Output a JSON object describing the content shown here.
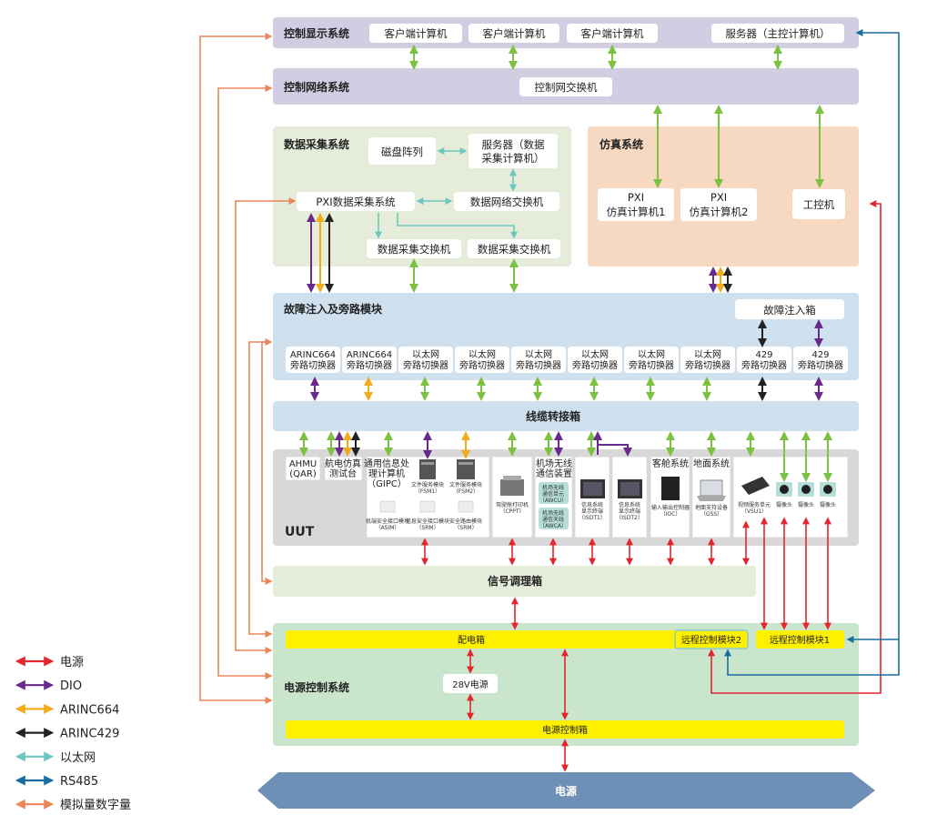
{
  "control_display": {
    "title": "控制显示系统",
    "client1": "客户端计算机",
    "client2": "客户端计算机",
    "client3": "客户端计算机",
    "server": "服务器（主控计算机）"
  },
  "control_network": {
    "title": "控制网络系统",
    "switch": "控制网交换机"
  },
  "data_acquisition": {
    "title": "数据采集系统",
    "disk": "磁盘阵列",
    "server_line1": "服务器（数据",
    "server_line2": "采集计算机）",
    "pxi": "PXI数据采集系统",
    "net_switch": "数据网络交换机",
    "acq_switch1": "数据采集交换机",
    "acq_switch2": "数据采集交换机"
  },
  "simulation": {
    "title": "仿真系统",
    "pxi1_line1": "PXI",
    "pxi1_line2": "仿真计算机1",
    "pxi2_line1": "PXI",
    "pxi2_line2": "仿真计算机2",
    "ipc": "工控机"
  },
  "fault": {
    "title": "故障注入及旁路模块",
    "box": "故障注入箱",
    "switches": [
      {
        "l1": "ARINC664",
        "l2": "旁路切换器"
      },
      {
        "l1": "ARINC664",
        "l2": "旁路切换器"
      },
      {
        "l1": "以太网",
        "l2": "旁路切换器"
      },
      {
        "l1": "以太网",
        "l2": "旁路切换器"
      },
      {
        "l1": "以太网",
        "l2": "旁路切换器"
      },
      {
        "l1": "以太网",
        "l2": "旁路切换器"
      },
      {
        "l1": "以太网",
        "l2": "旁路切换器"
      },
      {
        "l1": "以太网",
        "l2": "旁路切换器"
      },
      {
        "l1": "429",
        "l2": "旁路切换器"
      },
      {
        "l1": "429",
        "l2": "旁路切换器"
      }
    ]
  },
  "cable_box": "线缆转接箱",
  "uut": {
    "title": "UUT",
    "ahmu_l1": "AHMU",
    "ahmu_l2": "(QAR)",
    "hangdian_l1": "航电仿真",
    "hangdian_l2": "测试台",
    "gipc_l1": "通用信息处",
    "gipc_l2": "理计算机",
    "gipc_l3": "（GIPC）",
    "fsm1_l1": "文件服务模块",
    "fsm1_l2": "（FSM1）",
    "fsm2_l1": "文件服务模块",
    "fsm2_l2": "（FSM2）",
    "asim_l1": "机端安全接口模块",
    "asim_l2": "（ASIM）",
    "srm1_l1": "信息安全接口模块",
    "srm1_l2": "（SRM）",
    "srm2_l1": "安全路由模块",
    "srm2_l2": "（SRM）",
    "cppt_l1": "驾驶舱打印机",
    "cppt_l2": "（CPPT）",
    "awc_l1": "机场无线",
    "awc_l2": "通信装置",
    "awcu_l1": "机场无线",
    "awcu_l2": "通信单元",
    "awcu_l3": "（AWCU）",
    "awca_l1": "机场无线",
    "awca_l2": "通信天线",
    "awca_l3": "（AWCA）",
    "isdt1_l1": "信息系统",
    "isdt1_l2": "显示终端",
    "isdt1_l3": "（ISDT1）",
    "isdt2_l1": "信息系统",
    "isdt2_l2": "显示终端",
    "isdt2_l3": "（ISDT2）",
    "cabin_title": "客舱系统",
    "ioc_l1": "输入输出控制器",
    "ioc_l2": "（IOC）",
    "ground_title": "地面系统",
    "gss_l1": "地面支持设备",
    "gss_l2": "（GSS）",
    "vsu_l1": "视频服务单元",
    "vsu_l2": "（VSU1）",
    "cam1": "摄像头",
    "cam2": "摄像头",
    "cam3": "摄像头"
  },
  "signal_box": "信号调理箱",
  "power_control": {
    "title": "电源控制系统",
    "distribution": "配电箱",
    "remote2": "远程控制模块2",
    "remote1": "远程控制模块1",
    "dc28": "28V电源",
    "control_box": "电源控制箱"
  },
  "power": "电源",
  "legend": [
    {
      "label": "电源",
      "color": "#e1262d"
    },
    {
      "label": "DIO",
      "color": "#6a2a8c"
    },
    {
      "label": "ARINC664",
      "color": "#f3ab1a"
    },
    {
      "label": "ARINC429",
      "color": "#222222"
    },
    {
      "label": "以太网",
      "color": "#6cc8c0"
    },
    {
      "label": "RS485",
      "color": "#1a6da0"
    },
    {
      "label": "模拟量数字量",
      "color": "#ec8558"
    }
  ],
  "colors": {
    "green_line": "#7dc143",
    "panel_blue": "#cfe0ef",
    "panel_purple": "#d3cde4",
    "panel_green": "#e5ecd9",
    "panel_peach": "#f7d8c0",
    "panel_power": "#c9e6cd",
    "yellow": "#fff000",
    "power_arrow": "#6e8fb6"
  }
}
